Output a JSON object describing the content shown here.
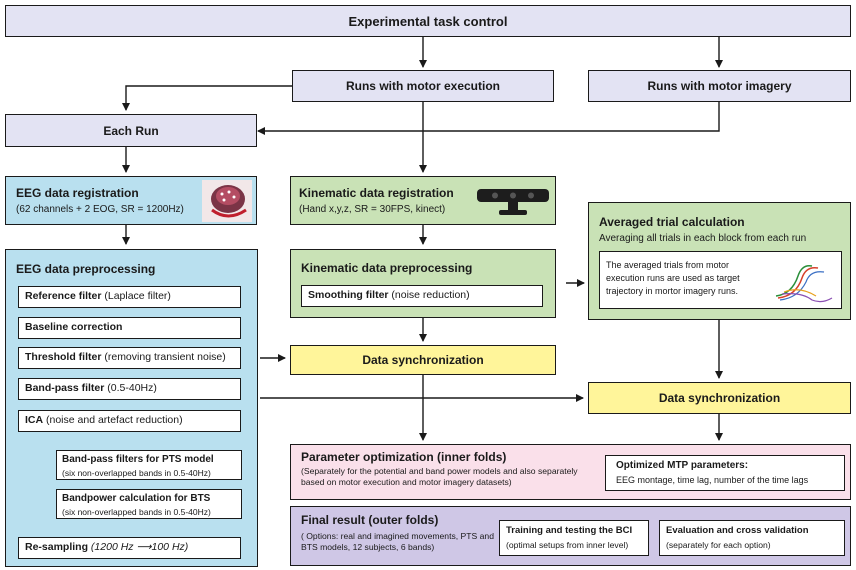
{
  "title": "Experimental task control",
  "runs_motor_execution": "Runs with motor execution",
  "runs_motor_imagery": "Runs with motor imagery",
  "each_run": "Each Run",
  "eeg_registration": {
    "title": "EEG data registration",
    "detail": "(62 channels + 2 EOG, SR = 1200Hz)"
  },
  "kinematic_registration": {
    "title": "Kinematic data registration",
    "detail": "(Hand x,y,z, SR = 30FPS, kinect)"
  },
  "averaged_trial": {
    "title": "Averaged trial calculation",
    "subtitle": "Averaging all trials in each block from each run",
    "note": "The averaged trials from motor execution runs are used as target trajectory in mortor imagery runs."
  },
  "eeg_preprocessing": {
    "title": "EEG data preprocessing",
    "steps": [
      {
        "bold": "Reference filter",
        "rest": " (Laplace filter)"
      },
      {
        "bold": "Baseline correction",
        "rest": ""
      },
      {
        "bold": "Threshold filter",
        "rest": " (removing transient noise)"
      },
      {
        "bold": "Band-pass filter",
        "rest": " (0.5-40Hz)"
      },
      {
        "bold": "ICA",
        "rest": " (noise and artefact reduction)"
      }
    ],
    "sub_steps": [
      {
        "bold": "Band-pass filters for PTS model",
        "detail": "(six non-overlapped bands in 0.5-40Hz)"
      },
      {
        "bold": "Bandpower calculation for BTS",
        "detail": "(six non-overlapped bands in 0.5-40Hz)"
      }
    ],
    "resampling": {
      "bold": "Re-sampling",
      "rest": " (1200 Hz  ⟶100 Hz)"
    }
  },
  "kinematic_preprocessing": {
    "title": "Kinematic data preprocessing",
    "smoothing_bold": "Smoothing filter",
    "smoothing_rest": " (noise reduction)"
  },
  "data_sync_1": "Data synchronization",
  "data_sync_2": "Data synchronization",
  "parameter_optimization": {
    "title": "Parameter optimization (inner folds)",
    "detail": "(Separately for the potential and band power models and also separately based on motor execution and motor imagery datasets)",
    "mtp_title": "Optimized MTP parameters:",
    "mtp_detail": "EEG montage, time lag, number of the time lags"
  },
  "final_result": {
    "title": "Final result (outer folds)",
    "options": "( Options:  real and imagined movements, PTS and BTS models, 12 subjects, 6 bands)",
    "training_title": "Training and testing the BCI",
    "training_detail": "(optimal setups from inner level)",
    "evaluation_title": "Evaluation and cross validation",
    "evaluation_detail": "(separately for each option)"
  }
}
